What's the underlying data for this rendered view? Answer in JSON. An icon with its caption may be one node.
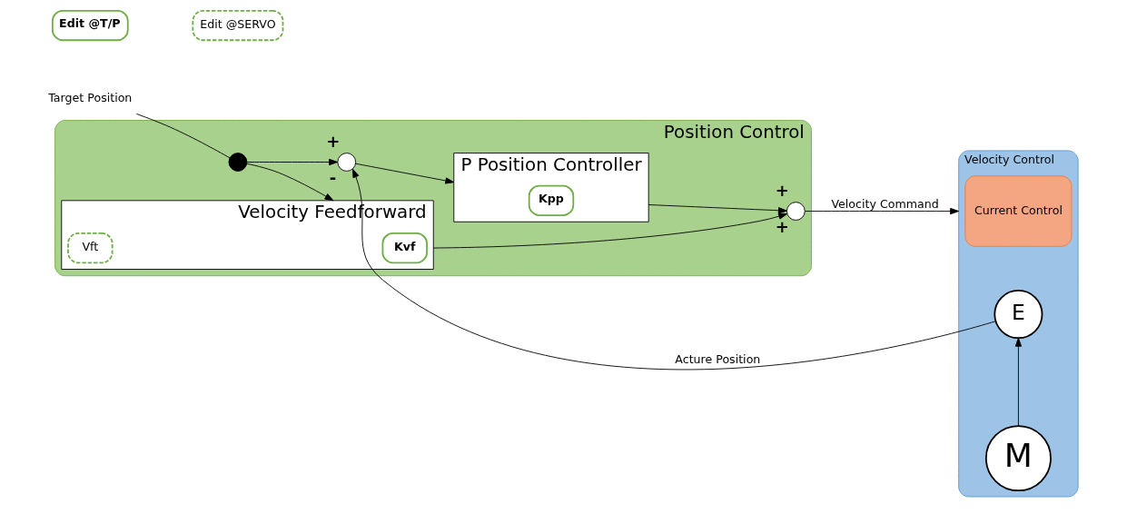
{
  "diagram": {
    "nodes": [
      {
        "text": [
          "Target Position"
        ]
      },
      {
        "text": [
          "Position Control"
        ]
      },
      {
        "text": [
          "Velocity Feedforward"
        ],
        "in": 1
      },
      {
        "text": [
          "Kvf"
        ],
        "in": 2
      },
      {
        "text": [
          "Vft"
        ],
        "in": 2
      },
      {
        "text": [],
        "shape": "circle",
        "in": 1
      },
      {
        "text": [],
        "shape": "circle",
        "in": 1,
        "beside": [
          "+",
          "-"
        ]
      },
      {
        "text": [
          "P Position Controller"
        ],
        "in": 1
      },
      {
        "text": [
          "Kpp"
        ],
        "in": 7
      },
      {
        "text": [],
        "shape": "circle",
        "in": 1,
        "beside": [
          "+",
          "+"
        ]
      },
      {
        "text": [
          "Velocity Control"
        ]
      },
      {
        "text": [
          "Current Control"
        ],
        "in": 10
      },
      {
        "text": [
          "M"
        ],
        "in": 10
      },
      {
        "text": [
          "E"
        ],
        "in": 10
      }
    ],
    "edges": [
      {
        "from": 0,
        "to": 5,
        "arrow": "none"
      },
      {
        "from": 5,
        "to": 2,
        "arrow": "to"
      },
      {
        "from": 5,
        "to": 6,
        "arrow": "to"
      },
      {
        "from": 6,
        "to": 7,
        "arrow": "to"
      },
      {
        "from": 2,
        "to": 9,
        "arrow": "to"
      },
      {
        "from": 7,
        "to": 9,
        "arrow": "to"
      },
      {
        "from": 9,
        "to": 10,
        "arrow": "to",
        "label": "Velocity Command"
      },
      {
        "from": 12,
        "to": 13,
        "arrow": "to"
      },
      {
        "from": 13,
        "to": 6,
        "arrow": "to",
        "label": "Acture Position"
      }
    ],
    "legend": [
      {
        "text": "Edit @T/P"
      },
      {
        "text": "Edit @SERVO"
      }
    ]
  }
}
